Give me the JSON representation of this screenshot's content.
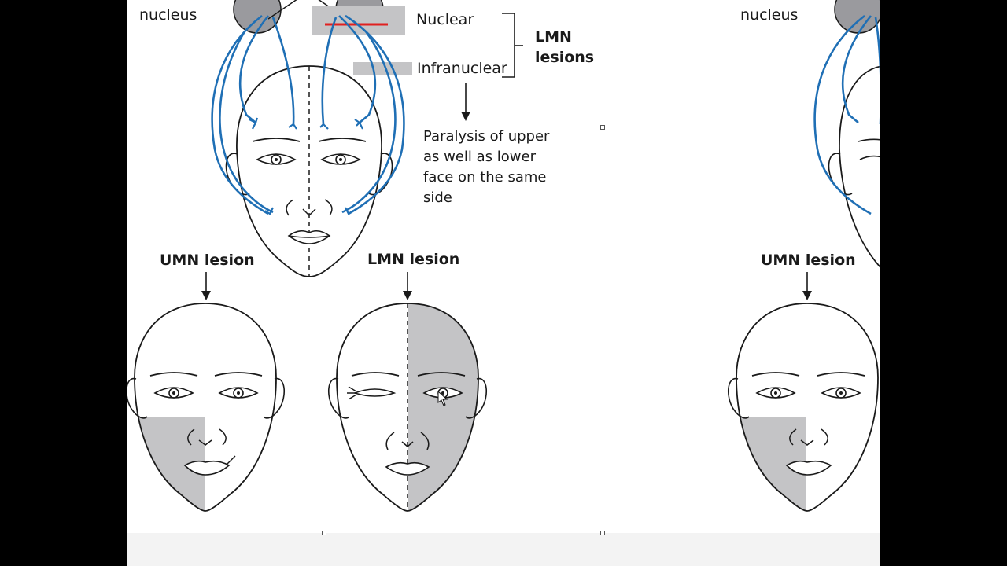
{
  "slide": {
    "labels": {
      "nucleus_left": "nucleus",
      "nucleus_right": "nucleus",
      "nuclear": "Nuclear",
      "infranuclear": "Infranuclear",
      "lmn_lesions_line1": "LMN",
      "lmn_lesions_line2": "lesions",
      "paralysis_line1": "Paralysis of upper",
      "paralysis_line2": "as well as lower",
      "paralysis_line3": "face on the same",
      "paralysis_line4": "side",
      "umn_lesion_left": "UMN lesion",
      "lmn_lesion": "LMN lesion",
      "umn_lesion_right": "UMN lesion"
    },
    "colors": {
      "nerve_blue": "#1f6fb5",
      "lesion_gray": "#c4c4c6",
      "highlight_red": "#e02020",
      "outline": "#1a1a1a"
    }
  }
}
